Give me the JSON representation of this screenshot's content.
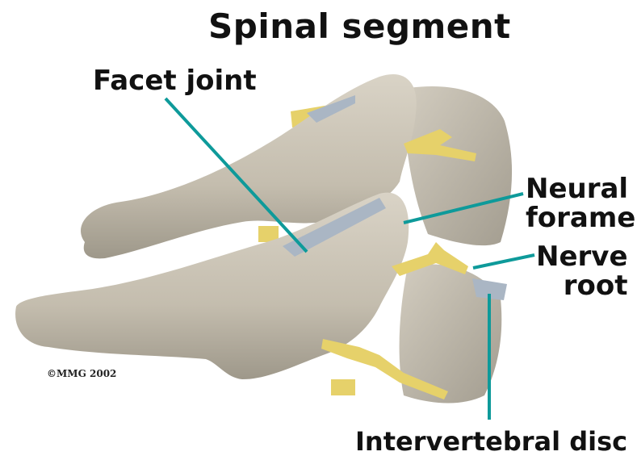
{
  "title": "Spinal segment",
  "labels": {
    "facet_joint": "Facet joint",
    "neural_foramen_line1": "Neural",
    "neural_foramen_line2": "foramen",
    "nerve_root_line1": "Nerve",
    "nerve_root_line2": "root",
    "intervertebral_disc": "Intervertebral disc"
  },
  "copyright": "©MMG 2002",
  "colors": {
    "bone": "#c9c2b3",
    "bone_shadow": "#9a9486",
    "nerve": "#e6d16a",
    "cartilage": "#aab6c4",
    "leader_line": "#0e9a9a"
  }
}
